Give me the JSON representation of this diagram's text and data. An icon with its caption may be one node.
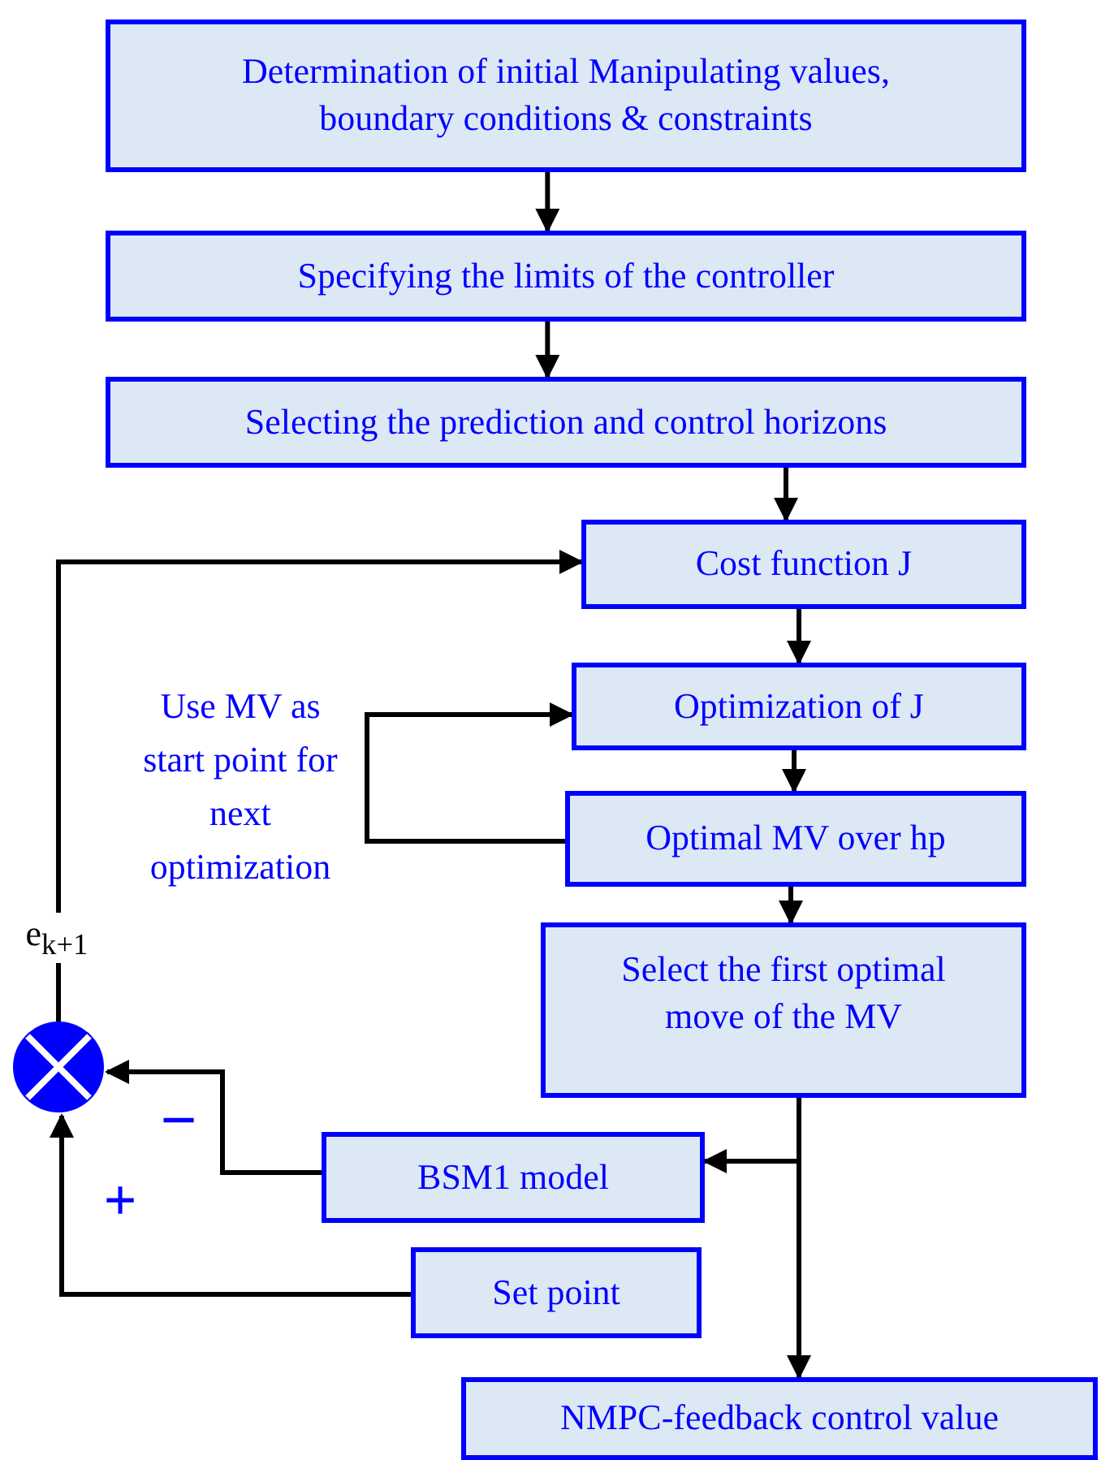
{
  "diagram": {
    "nodes": [
      {
        "text": [
          "Determination of initial Manipulating values, boundary conditions & constraints"
        ]
      },
      {
        "text": [
          "Specifying the limits of the controller"
        ]
      },
      {
        "text": [
          "Selecting the prediction and control horizons"
        ]
      },
      {
        "text": [
          "Cost function J"
        ]
      },
      {
        "text": [
          "Optimization of J"
        ]
      },
      {
        "text": [
          "Optimal MV over hp"
        ]
      },
      {
        "text": [
          "Select the first optimal move of the MV"
        ]
      },
      {
        "text": [
          "BSM1 model"
        ]
      },
      {
        "text": [
          "Set point"
        ]
      },
      {
        "text": [
          "NMPC-feedback control value"
        ]
      },
      {
        "text": [],
        "shape": "circle"
      }
    ],
    "edges": [
      {
        "from": 0,
        "to": 1,
        "arrow": "to"
      },
      {
        "from": 1,
        "to": 2,
        "arrow": "to"
      },
      {
        "from": 2,
        "to": 3,
        "arrow": "to"
      },
      {
        "from": 3,
        "to": 4,
        "arrow": "to"
      },
      {
        "from": 4,
        "to": 5,
        "arrow": "to"
      },
      {
        "from": 5,
        "to": 4,
        "arrow": "to"
      },
      {
        "from": 5,
        "to": 6,
        "arrow": "to"
      },
      {
        "from": 6,
        "to": 7,
        "arrow": "to"
      },
      {
        "from": 6,
        "to": 9,
        "arrow": "to"
      },
      {
        "from": 7,
        "to": 10,
        "arrow": "to"
      },
      {
        "from": 8,
        "to": 10,
        "arrow": "to"
      },
      {
        "from": 10,
        "to": 3,
        "arrow": "to"
      }
    ],
    "labels": [
      "Use MV as start point for next optimization",
      "e$_{k+1}$",
      "−",
      "+"
    ]
  }
}
